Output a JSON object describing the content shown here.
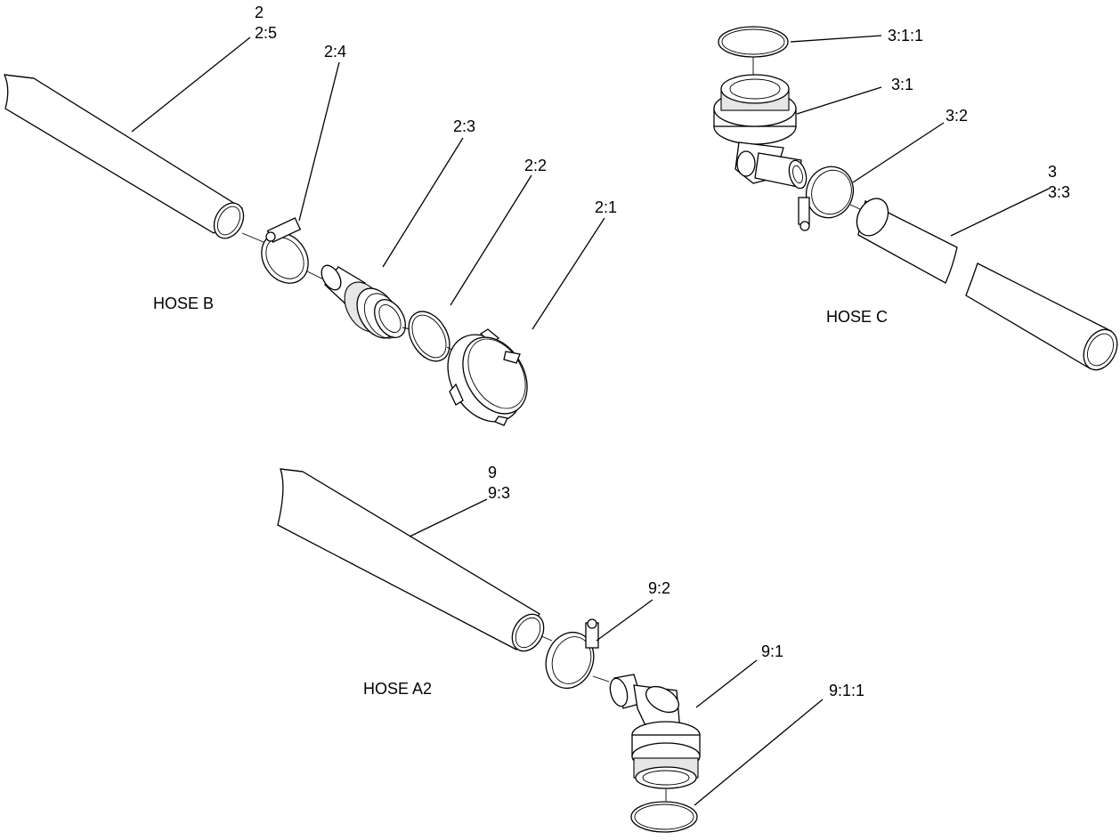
{
  "labels": {
    "hose_b": "HOSE B",
    "hose_c": "HOSE C",
    "hose_a2": "HOSE A2"
  },
  "callouts": {
    "p2": "2",
    "p2_5": "2:5",
    "p2_4": "2:4",
    "p2_3": "2:3",
    "p2_2": "2:2",
    "p2_1": "2:1",
    "p3_1_1": "3:1:1",
    "p3_1": "3:1",
    "p3_2": "3:2",
    "p3": "3",
    "p3_3": "3:3",
    "p9": "9",
    "p9_3": "9:3",
    "p9_2": "9:2",
    "p9_1": "9:1",
    "p9_1_1": "9:1:1"
  }
}
